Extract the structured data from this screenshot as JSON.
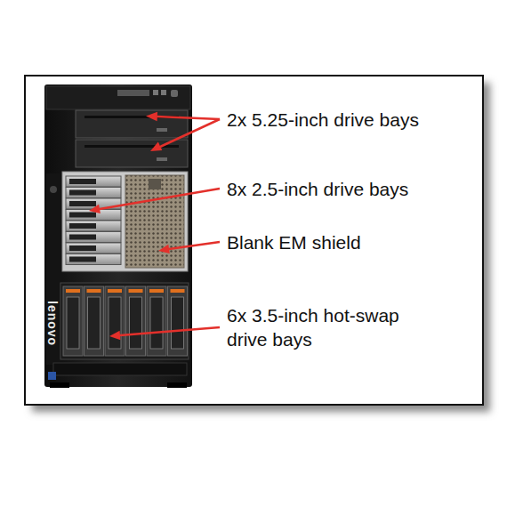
{
  "diagram": {
    "labels": [
      "2x 5.25-inch drive bays",
      "8x 2.5-inch drive bays",
      "Blank EM shield",
      "6x 3.5-inch hot-swap drive bays",
      "lenovo"
    ]
  }
}
